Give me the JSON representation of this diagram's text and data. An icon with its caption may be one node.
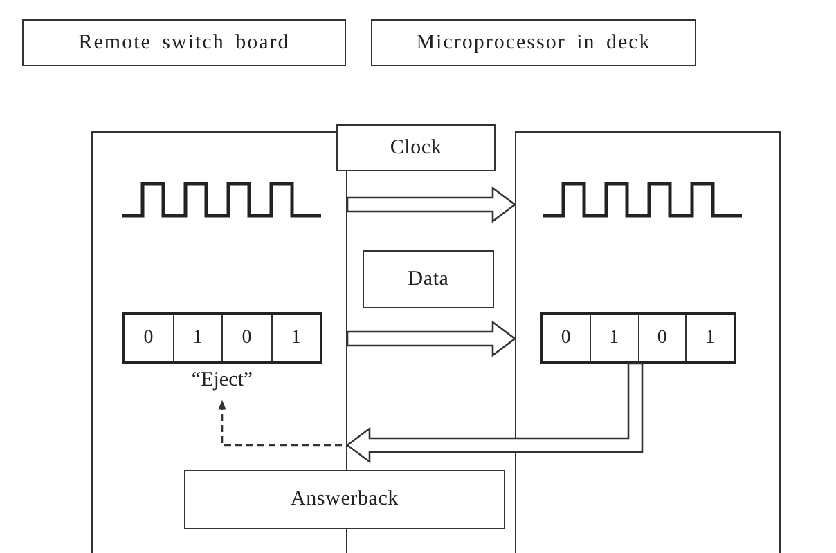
{
  "diagram": {
    "nodes": [
      {
        "text": [
          "Remote switch board"
        ]
      },
      {
        "text": [
          "Microprocessor in deck"
        ]
      },
      {
        "text": [],
        "shape": "box"
      },
      {
        "text": [],
        "shape": "box"
      },
      {
        "text": [
          "Clock"
        ]
      },
      {
        "text": [
          "Data"
        ]
      },
      {
        "text": [
          "Answerback"
        ]
      },
      {
        "text": [
          "0",
          "1",
          "0",
          "1"
        ],
        "in": 2,
        "beside": [
          "“Eject”"
        ]
      },
      {
        "text": [
          "0",
          "1",
          "0",
          "1"
        ],
        "in": 3
      }
    ],
    "edges": [
      {
        "from": 2,
        "to": 3,
        "arrow": "to"
      },
      {
        "from": 2,
        "to": 3,
        "arrow": "to"
      },
      {
        "from": 8,
        "to": 2,
        "arrow": "to"
      },
      {
        "from": null,
        "to": 7,
        "arrow": "to",
        "style": "dashed"
      }
    ]
  }
}
